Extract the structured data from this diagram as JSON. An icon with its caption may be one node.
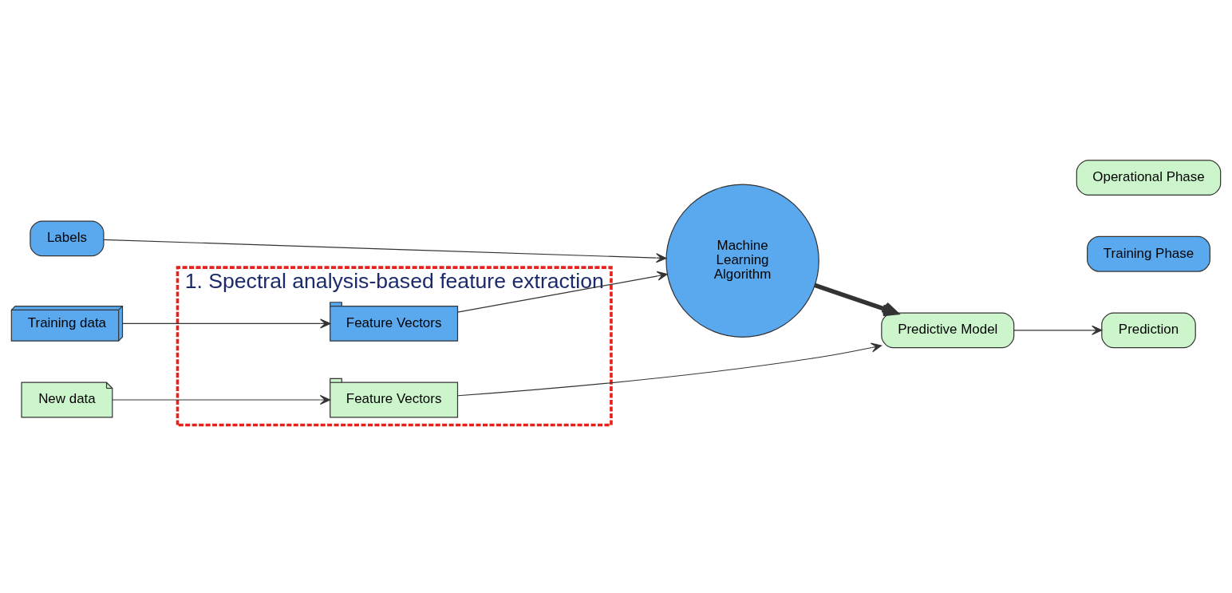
{
  "diagram": {
    "nodes": [
      {
        "text": [
          "1. Spectral analysis-based feature extraction"
        ]
      },
      {
        "text": [
          "Training data"
        ]
      },
      {
        "text": [
          "Feature Vectors"
        ],
        "in": 0
      },
      {
        "text": [
          "Training Phase"
        ]
      },
      {
        "text": [
          "Machine Learning Algorithm"
        ]
      },
      {
        "text": [
          "Labels"
        ]
      },
      {
        "text": [
          "Operational Phase"
        ]
      },
      {
        "text": [
          "New data"
        ]
      },
      {
        "text": [
          "Feature Vectors"
        ],
        "in": 0
      },
      {
        "text": [
          "Predictive Model"
        ]
      },
      {
        "text": [
          "Prediction"
        ]
      }
    ],
    "edges": [
      {
        "from": 1,
        "to": 2,
        "arrow": "to"
      },
      {
        "from": 2,
        "to": 4,
        "arrow": "to"
      },
      {
        "from": 5,
        "to": 4,
        "arrow": "to"
      },
      {
        "from": 4,
        "to": 9,
        "arrow": "to",
        "style": "thick"
      },
      {
        "from": 7,
        "to": 8,
        "arrow": "to"
      },
      {
        "from": 8,
        "to": 9,
        "arrow": "to"
      },
      {
        "from": 9,
        "to": 10,
        "arrow": "to"
      }
    ]
  }
}
